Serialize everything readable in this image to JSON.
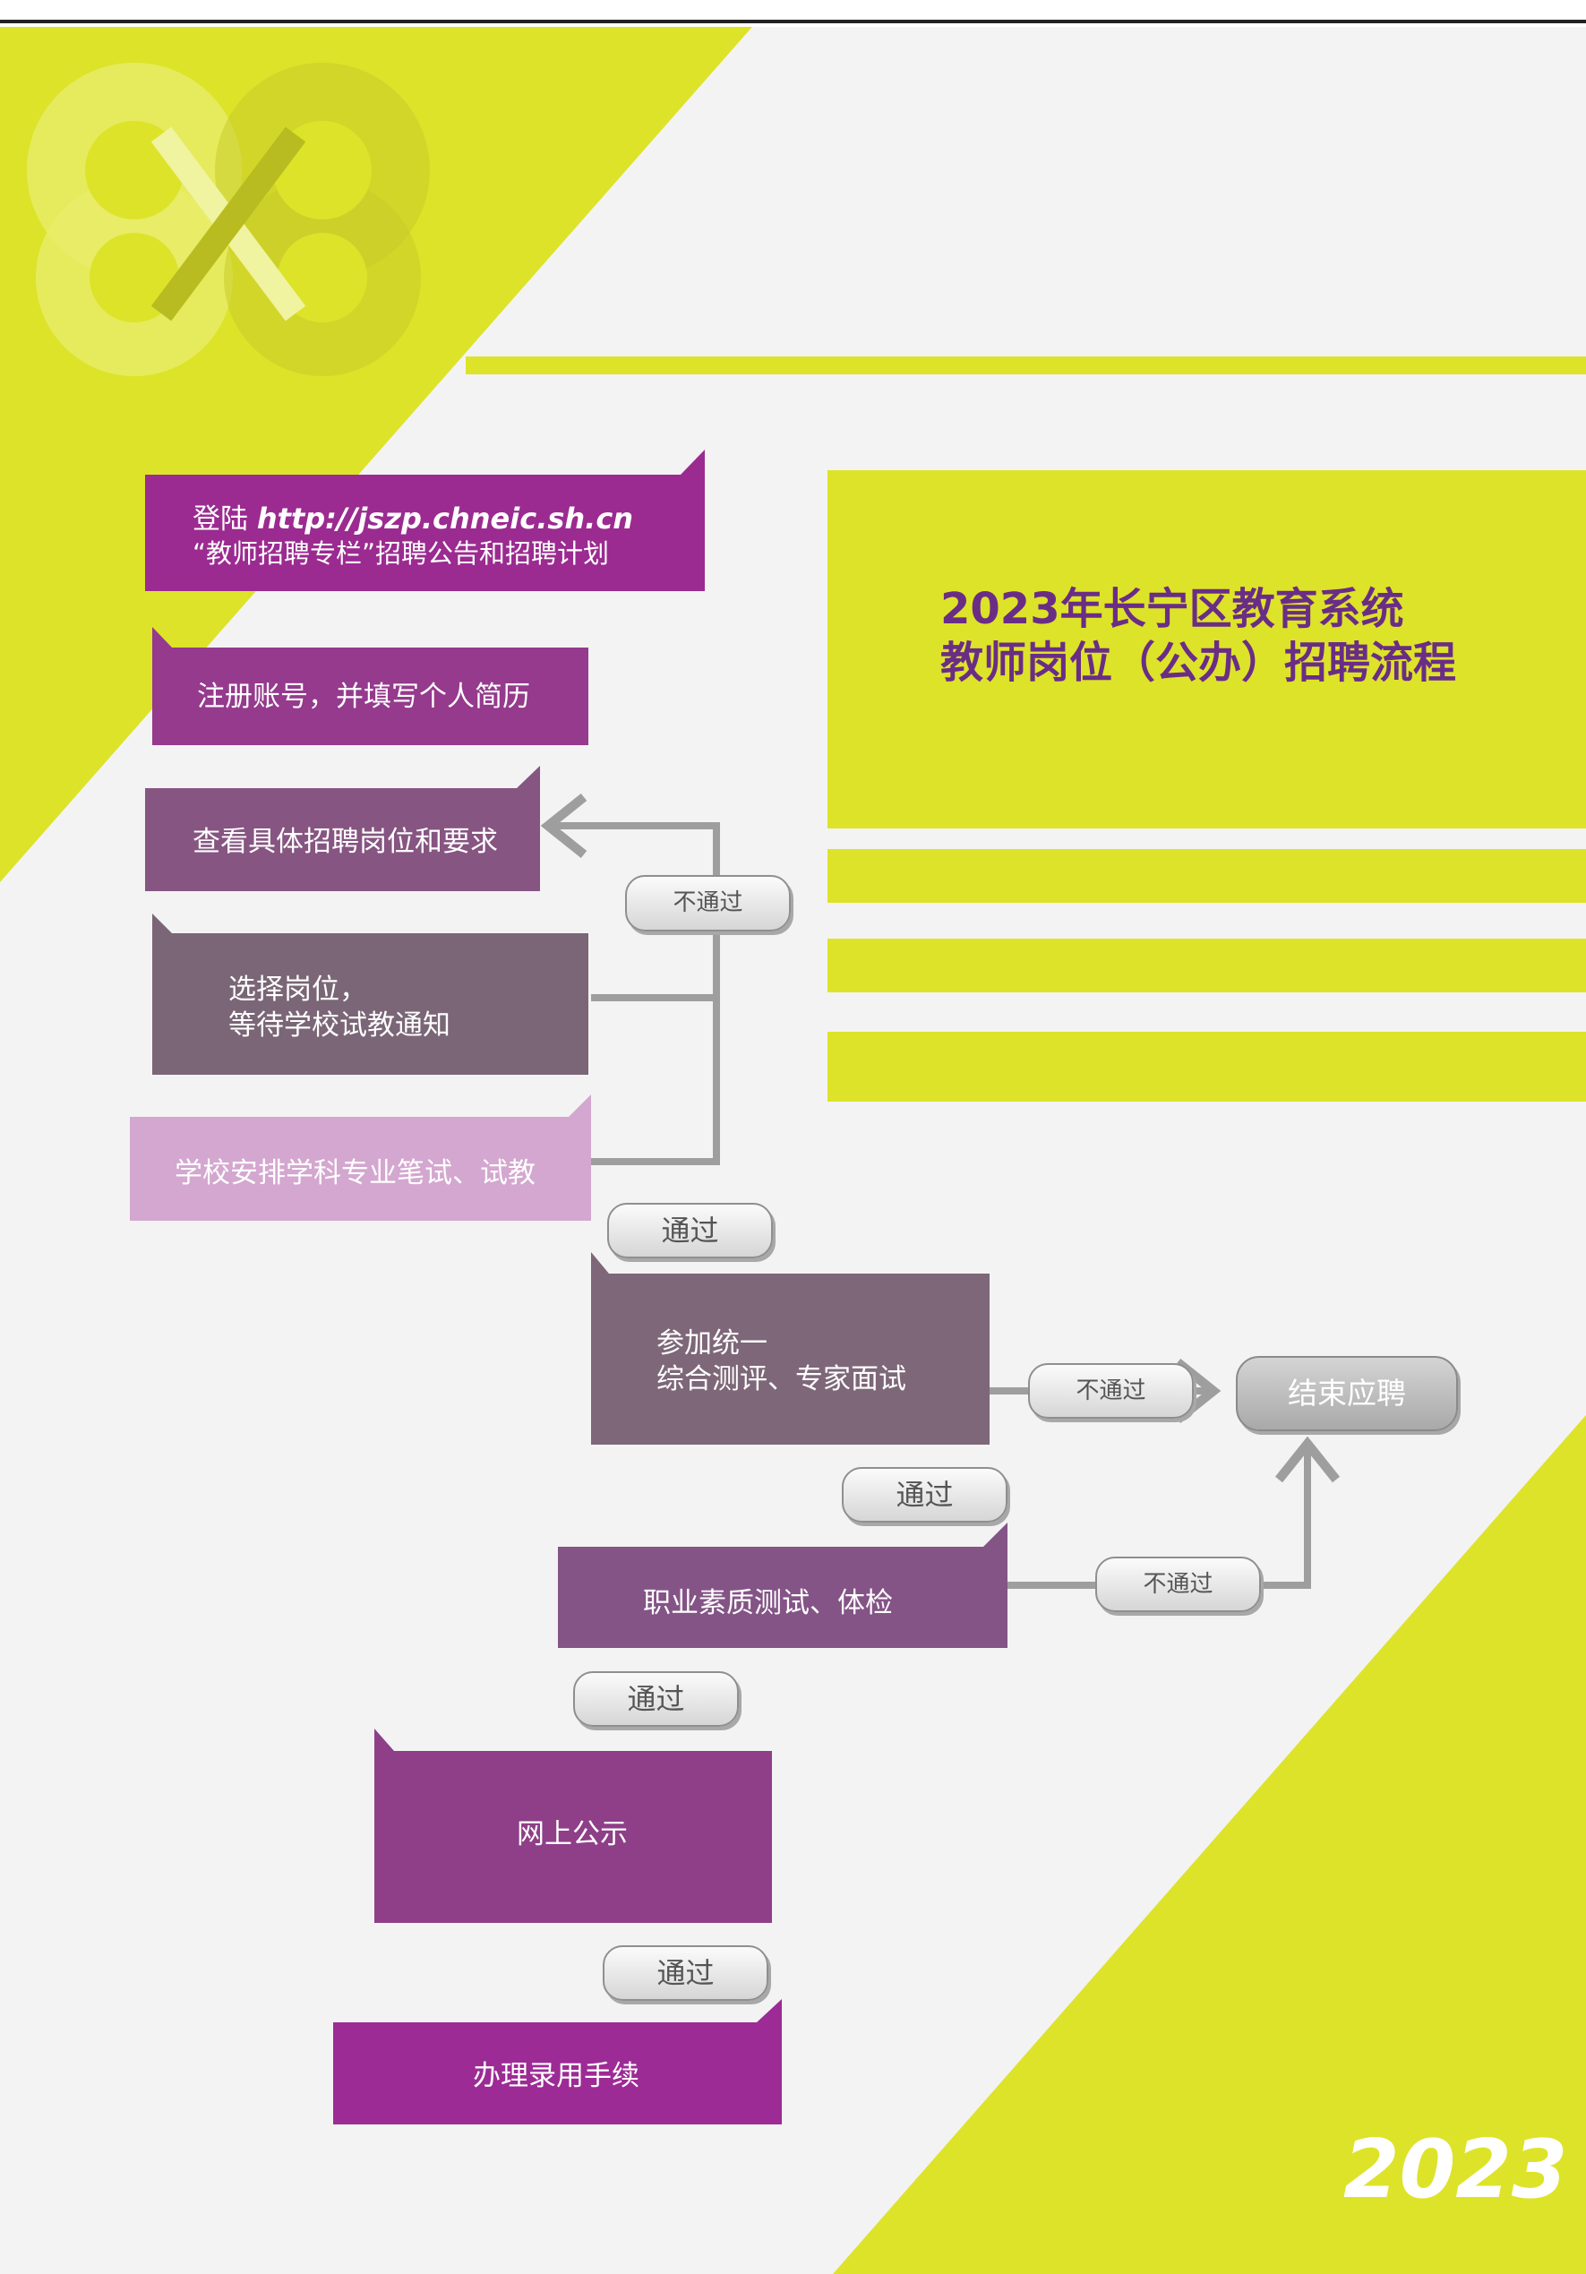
{
  "colors": {
    "lime": "#dde329",
    "light_bg": "#f3f3f3",
    "magenta": "#9b2b90",
    "violet": "#7d5283",
    "grey_purple": "#7a6676",
    "lilac": "#d3a7cf",
    "title_purple": "#6a2d86",
    "arrow_grey": "#9e9e9e"
  },
  "title": {
    "line1": "2023年长宁区教育系统",
    "line2": "教师岗位（公办）招聘流程"
  },
  "steps": [
    {
      "id": "login",
      "prefix": "登陆  ",
      "url": "http://jszp.chneic.sh.cn",
      "line2": "“教师招聘专栏”招聘公告和招聘计划"
    },
    {
      "id": "register",
      "text": "注册账号，并填写个人简历"
    },
    {
      "id": "view-positions",
      "text": "查看具体招聘岗位和要求"
    },
    {
      "id": "select-position",
      "line1": "选择岗位，",
      "line2": "等待学校试教通知"
    },
    {
      "id": "school-exam",
      "text": "学校安排学科专业笔试、试教"
    },
    {
      "id": "unified-test",
      "line1": "参加统一",
      "line2": "综合测评、专家面试"
    },
    {
      "id": "quality-test",
      "text": "职业素质测试、体检"
    },
    {
      "id": "public-notice",
      "text": "网上公示"
    },
    {
      "id": "hiring",
      "text": "办理录用手续"
    }
  ],
  "end": {
    "text": "结束应聘"
  },
  "labels": {
    "fail": "不通过",
    "pass": "通过"
  },
  "year": "2023"
}
